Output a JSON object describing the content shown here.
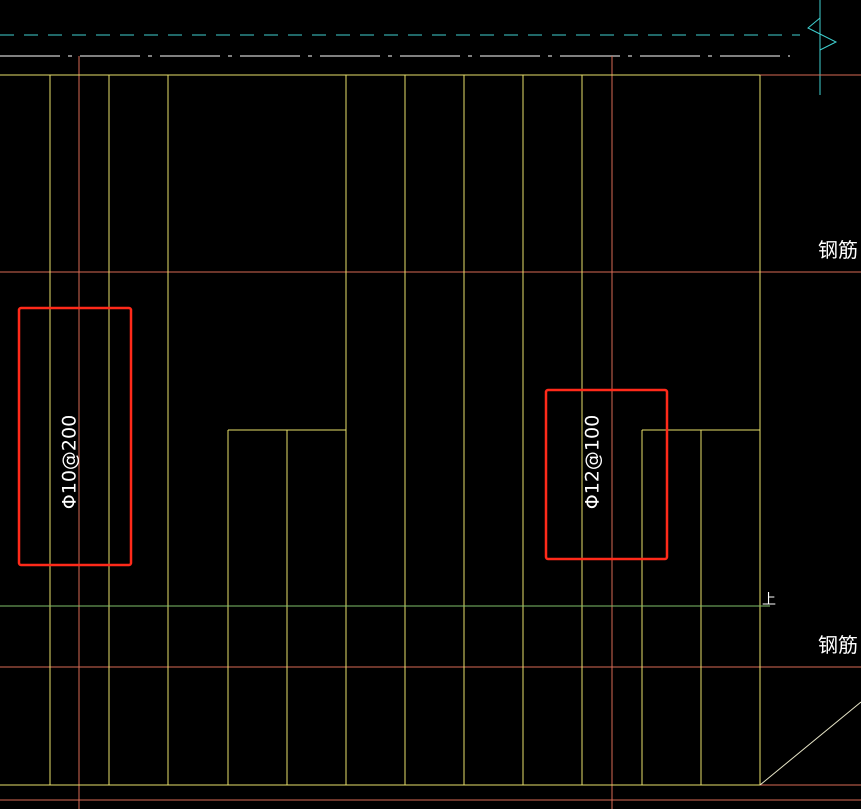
{
  "colors": {
    "background": "#000000",
    "rebar": "#e8e06a",
    "axis": "#d86a55",
    "cyan": "#3fd0d0",
    "green": "#7fbf6a",
    "white": "#ffffff",
    "highlight": "#ff2a1a"
  },
  "labels": {
    "rebar_a": "Φ10@200",
    "rebar_b": "Φ12@100",
    "note_upper": "钢筋",
    "note_lower": "钢筋",
    "marker": "上"
  }
}
